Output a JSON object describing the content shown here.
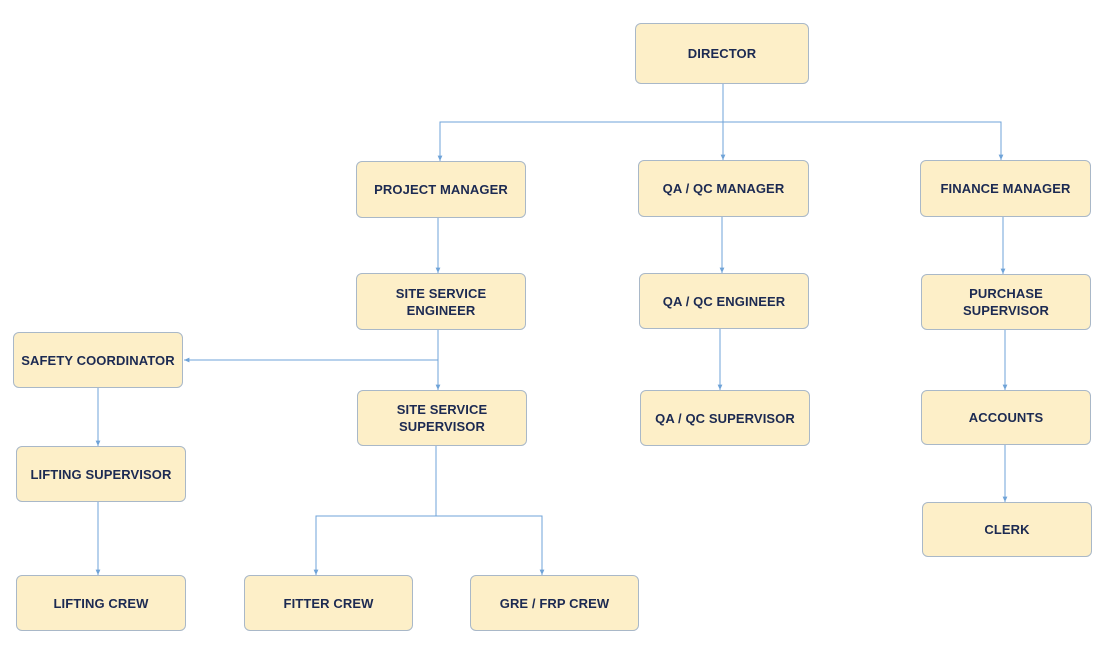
{
  "org_chart": {
    "nodes": [
      {
        "id": "director",
        "lines": [
          "DIRECTOR"
        ]
      },
      {
        "id": "project-manager",
        "lines": [
          "PROJECT MANAGER"
        ]
      },
      {
        "id": "qa-qc-manager",
        "lines": [
          "QA / QC MANAGER"
        ]
      },
      {
        "id": "finance-manager",
        "lines": [
          "FINANCE MANAGER"
        ]
      },
      {
        "id": "site-service-engineer",
        "lines": [
          "SITE SERVICE",
          "ENGINEER"
        ]
      },
      {
        "id": "qa-qc-engineer",
        "lines": [
          "QA / QC ENGINEER"
        ]
      },
      {
        "id": "purchase-supervisor",
        "lines": [
          "PURCHASE",
          "SUPERVISOR"
        ]
      },
      {
        "id": "safety-coordinator",
        "lines": [
          "SAFETY COORDINATOR"
        ]
      },
      {
        "id": "site-service-supervisor",
        "lines": [
          "SITE SERVICE",
          "SUPERVISOR"
        ]
      },
      {
        "id": "qa-qc-supervisor",
        "lines": [
          "QA / QC SUPERVISOR"
        ]
      },
      {
        "id": "accounts",
        "lines": [
          "ACCOUNTS"
        ]
      },
      {
        "id": "lifting-supervisor",
        "lines": [
          "LIFTING SUPERVISOR"
        ]
      },
      {
        "id": "clerk",
        "lines": [
          "CLERK"
        ]
      },
      {
        "id": "lifting-crew",
        "lines": [
          "LIFTING CREW"
        ]
      },
      {
        "id": "fitter-crew",
        "lines": [
          "FITTER CREW"
        ]
      },
      {
        "id": "gre-frp-crew",
        "lines": [
          "GRE / FRP CREW"
        ]
      }
    ],
    "edges": [
      {
        "from": "director",
        "to": "project-manager"
      },
      {
        "from": "director",
        "to": "qa-qc-manager"
      },
      {
        "from": "director",
        "to": "finance-manager"
      },
      {
        "from": "project-manager",
        "to": "site-service-engineer"
      },
      {
        "from": "site-service-engineer",
        "to": "safety-coordinator"
      },
      {
        "from": "site-service-engineer",
        "to": "site-service-supervisor"
      },
      {
        "from": "safety-coordinator",
        "to": "lifting-supervisor"
      },
      {
        "from": "lifting-supervisor",
        "to": "lifting-crew"
      },
      {
        "from": "site-service-supervisor",
        "to": "fitter-crew"
      },
      {
        "from": "site-service-supervisor",
        "to": "gre-frp-crew"
      },
      {
        "from": "qa-qc-manager",
        "to": "qa-qc-engineer"
      },
      {
        "from": "qa-qc-engineer",
        "to": "qa-qc-supervisor"
      },
      {
        "from": "finance-manager",
        "to": "purchase-supervisor"
      },
      {
        "from": "purchase-supervisor",
        "to": "accounts"
      },
      {
        "from": "accounts",
        "to": "clerk"
      }
    ],
    "colors": {
      "box_fill": "#fdefc8",
      "box_border": "#a9b8c8",
      "text": "#1c2a52",
      "connector": "#6fa3d8"
    }
  }
}
